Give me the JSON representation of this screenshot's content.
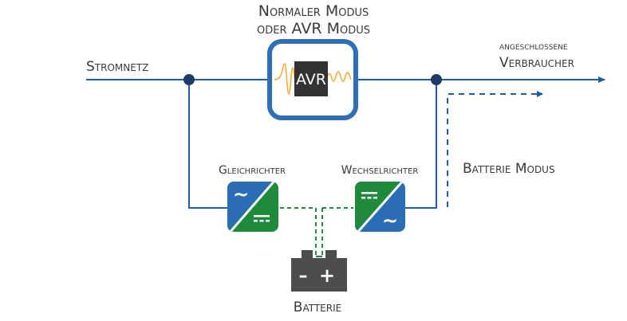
{
  "title": {
    "line1": "Normaler Modus",
    "line2": "oder AVR Modus"
  },
  "labels": {
    "grid": "Stromnetz",
    "load_line1": "angeschlossene",
    "load_line2": "Verbraucher",
    "rectifier": "Gleichrichter",
    "inverter": "Wechselrichter",
    "battery_mode": "Batterie Modus",
    "battery": "Batterie"
  },
  "avr_box": {
    "text": "AVR"
  },
  "battery_symbols": {
    "minus": "–",
    "plus": "+"
  },
  "converter_symbols": {
    "ac": "~",
    "dc": "⎓"
  },
  "colors": {
    "line_blue": "#1f5ea8",
    "node_dark": "#1b3a66",
    "box_blue": "#2f6fb8",
    "converter_blue": "#2a6db5",
    "converter_green": "#1e8a3a",
    "dashed_green": "#1e8a3a",
    "wave_orange": "#f0a830",
    "avr_dark": "#333333",
    "battery_gray": "#4d4d4d",
    "text": "#3a3a3a"
  }
}
